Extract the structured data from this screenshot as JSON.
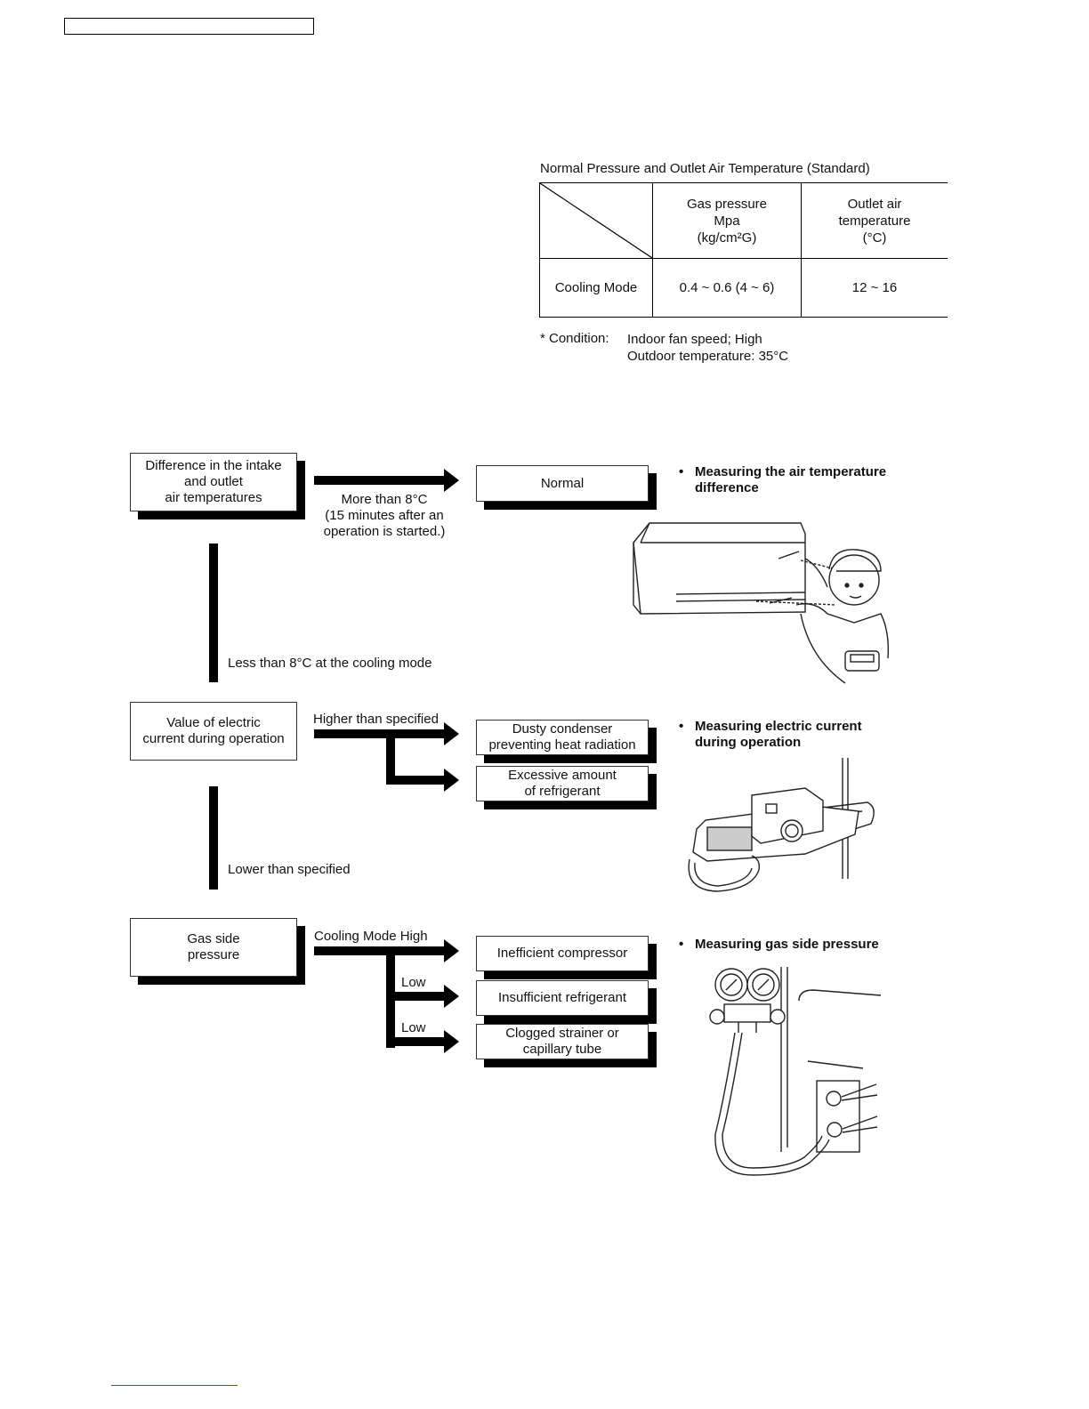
{
  "table": {
    "title": "Normal Pressure and Outlet Air Temperature (Standard)",
    "headers": [
      "Gas pressure\nMpa\n(kg/cm²G)",
      "Outlet air\ntemperature\n(°C)"
    ],
    "rows": [
      {
        "mode": "Cooling Mode",
        "gas_pressure": "0.4 ~ 0.6 (4 ~ 6)",
        "outlet_temp": "12 ~ 16"
      }
    ],
    "condition_label": "* Condition:",
    "condition_lines": [
      "Indoor fan speed; High",
      "Outdoor temperature: 35°C"
    ]
  },
  "flow": {
    "step1": {
      "box": "Difference in the intake\nand outlet\nair temperatures",
      "arrow_label": "More than 8°C\n(15 minutes after an\noperation is started.)",
      "result": "Normal",
      "down_label": "Less than 8°C at the cooling mode"
    },
    "step2": {
      "box": "Value of electric\ncurrent during operation",
      "arrow_label": "Higher than specified",
      "result1": "Dusty condenser\npreventing heat radiation",
      "result2": "Excessive amount\nof refrigerant",
      "down_label": "Lower than specified"
    },
    "step3": {
      "box": "Gas side\npressure",
      "arrow_label": "Cooling Mode High",
      "low1": "Low",
      "low2": "Low",
      "result1": "Inefficient compressor",
      "result2": "Insufficient refrigerant",
      "result3": "Clogged strainer or\ncapillary tube"
    }
  },
  "notes": {
    "note1": "Measuring the air temperature\ndifference",
    "note2": "Measuring electric current\nduring operation",
    "note3": "Measuring gas side pressure",
    "bullet": "•"
  },
  "illustrations": {
    "ill1": "technician-measuring-indoor-unit-illustration",
    "ill2": "clamp-meter-illustration",
    "ill3": "gauge-manifold-illustration"
  }
}
